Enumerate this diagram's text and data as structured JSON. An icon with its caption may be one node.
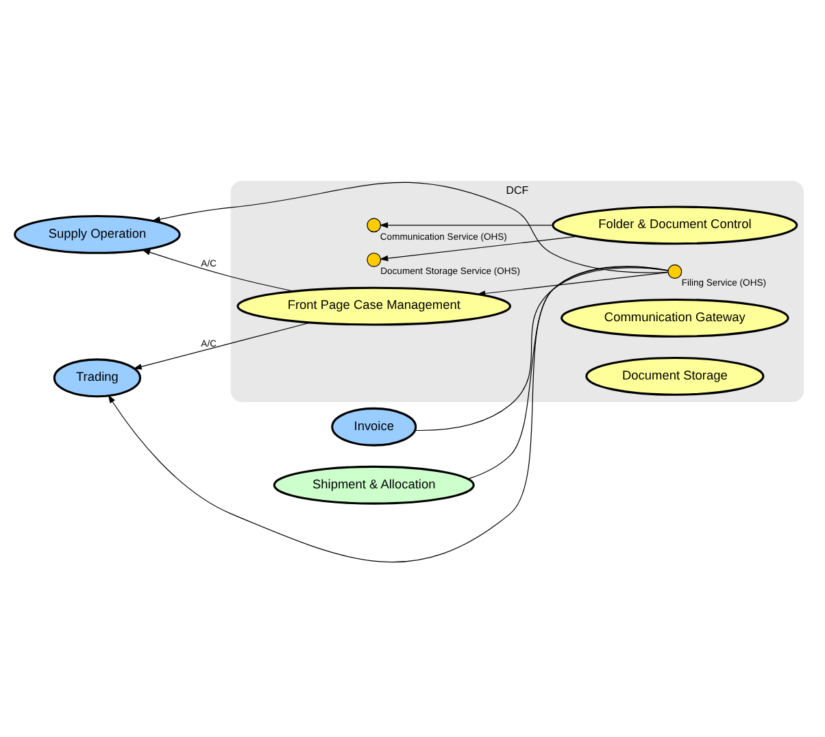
{
  "diagram": {
    "nodes": [
      {
        "text": [
          "Supply Operation"
        ]
      },
      {
        "text": [
          "DCF"
        ]
      },
      {
        "text": [
          "Front Page Case Management"
        ],
        "in": 1
      },
      {
        "text": [
          "Trading"
        ]
      },
      {
        "text": [],
        "shape": "circle",
        "in": 1,
        "beside": [
          "Filing Service (OHS)"
        ]
      },
      {
        "text": [
          "Folder & Document Control"
        ],
        "in": 1
      },
      {
        "text": [
          "Invoice"
        ]
      },
      {
        "text": [],
        "shape": "circle",
        "in": 1,
        "beside": [
          "Communication Service (OHS)"
        ]
      },
      {
        "text": [],
        "shape": "circle",
        "in": 1,
        "beside": [
          "Document Storage Service (OHS)"
        ]
      },
      {
        "text": [
          "Shipment & Allocation"
        ]
      },
      {
        "text": [
          "Communication Gateway"
        ],
        "in": 1
      },
      {
        "text": [
          "Document Storage"
        ],
        "in": 1
      }
    ],
    "edges": [
      {
        "from": 4,
        "to": 0,
        "arrow": "to"
      },
      {
        "from": 4,
        "to": 2,
        "arrow": "to"
      },
      {
        "from": 4,
        "to": 3,
        "arrow": "to"
      },
      {
        "from": 4,
        "to": 6,
        "arrow": "none"
      },
      {
        "from": 4,
        "to": 9,
        "arrow": "none"
      },
      {
        "from": 2,
        "to": 0,
        "arrow": "to",
        "label": "A/C"
      },
      {
        "from": 2,
        "to": 3,
        "arrow": "to",
        "label": "A/C"
      },
      {
        "from": 5,
        "to": 7,
        "arrow": "to"
      },
      {
        "from": 5,
        "to": 8,
        "arrow": "to"
      }
    ]
  }
}
